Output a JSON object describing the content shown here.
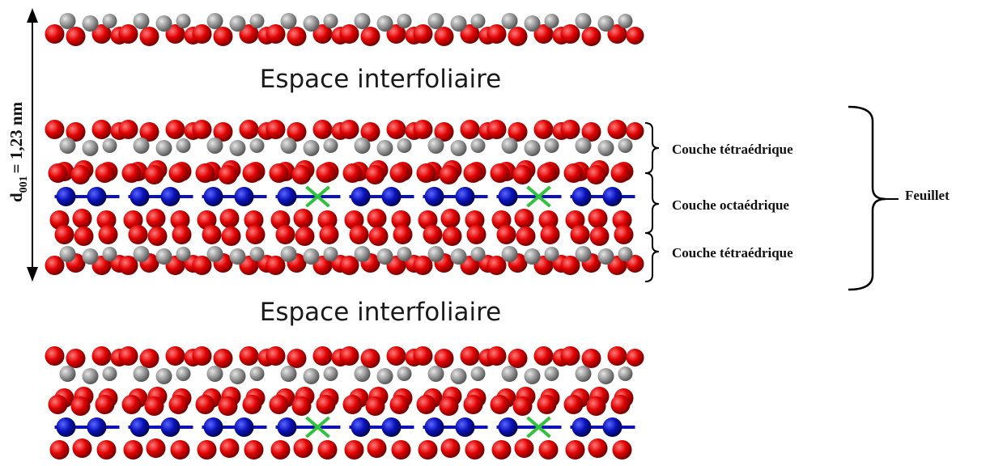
{
  "diagram": {
    "labels": {
      "espace_top": "Espace interfoliaire",
      "espace_bottom": "Espace interfoliaire",
      "couche_tetra_1": "Couche tétraédrique",
      "couche_octa": "Couche octaédrique",
      "couche_tetra_2": "Couche tétraédrique",
      "feuillet": "Feuillet"
    },
    "d_spacing": {
      "symbol": "d",
      "subscript": "001",
      "value_text": "= 1,23 nm"
    },
    "colors": {
      "oxygen": "#e00000",
      "silicon": "#9a9a9a",
      "octahedral_cation": "#0a12b8",
      "substituted_cation": "#2fc23c",
      "text": "#111111"
    },
    "legend_items": [],
    "repeat_count": 8
  }
}
